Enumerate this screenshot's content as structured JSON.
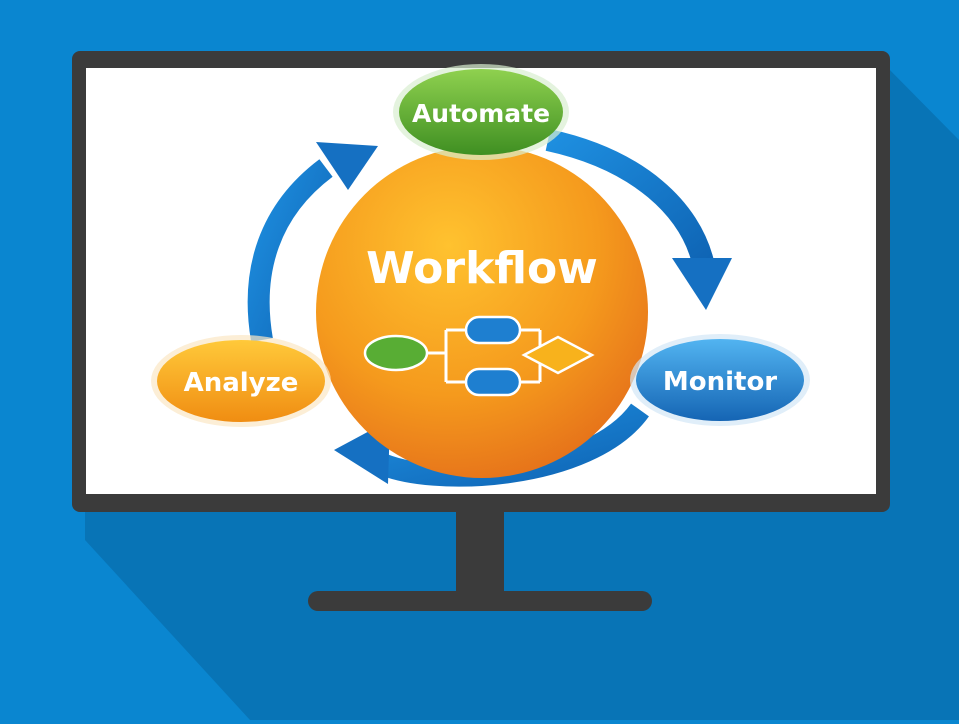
{
  "diagram": {
    "center": {
      "label": "Workflow"
    },
    "nodes": [
      {
        "id": "automate",
        "label": "Automate"
      },
      {
        "id": "monitor",
        "label": "Monitor"
      },
      {
        "id": "analyze",
        "label": "Analyze"
      }
    ],
    "cycle_order": [
      "Automate",
      "Monitor",
      "Analyze"
    ]
  },
  "colors": {
    "background": "#0a86d0",
    "shadow": "#0873b3",
    "monitor_frame": "#3b3b3b",
    "screen": "#ffffff",
    "arrow_blue": "#1778c8",
    "center_orange": "#f39a1e",
    "automate_green": "#5aae2e",
    "monitor_blue": "#1f86d6",
    "analyze_orange": "#f7a81c",
    "flow_blue": "#1e7fd0",
    "flow_green": "#58ad34",
    "flow_diamond": "#f8b21c"
  },
  "icons": [
    "flowchart-icon",
    "cycle-arrow-icon"
  ]
}
